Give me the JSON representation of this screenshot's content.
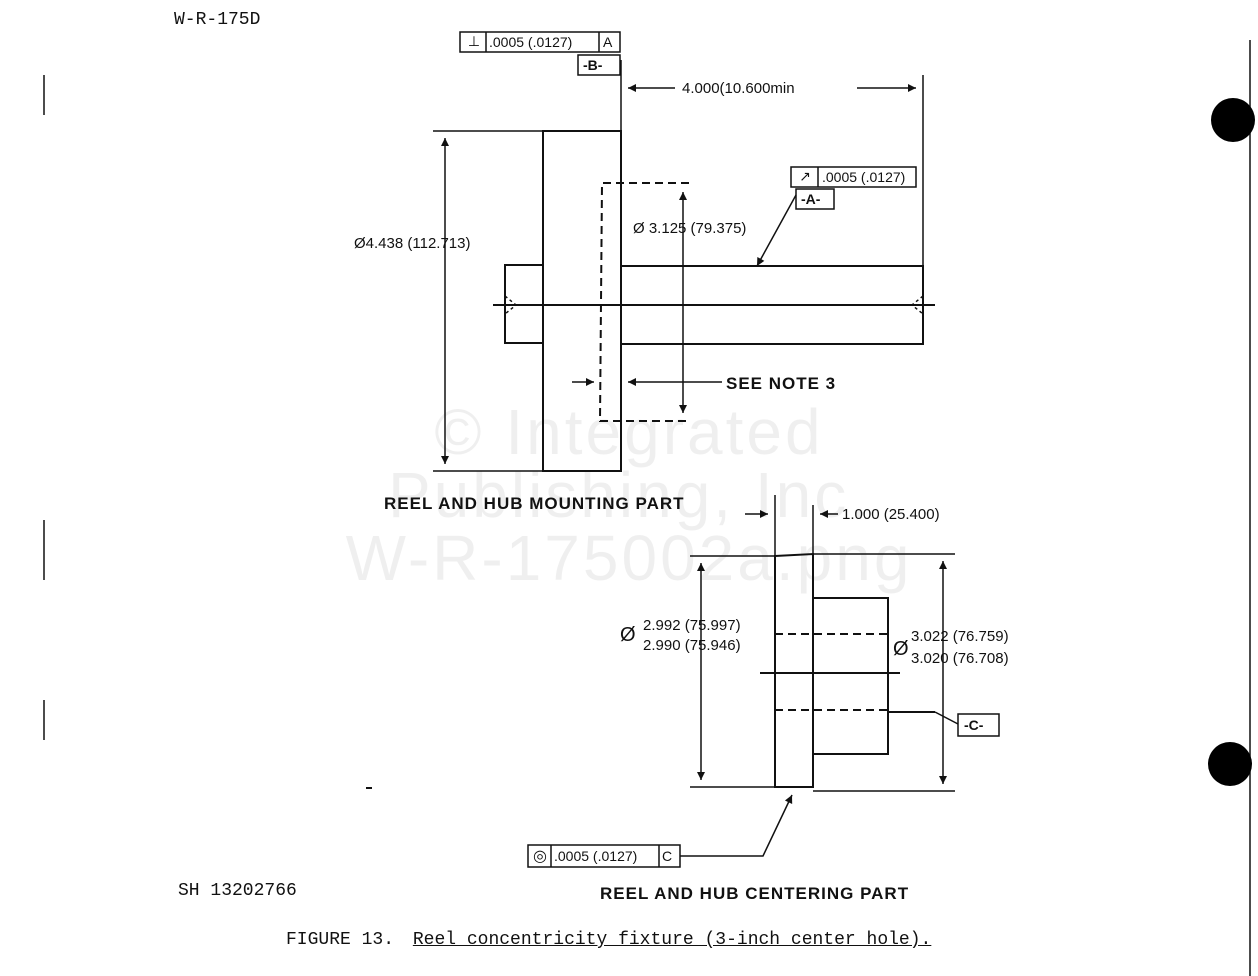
{
  "doc_id": "W-R-175D",
  "sheet_id": "SH 13202766",
  "figure": {
    "number": "FIGURE 13.",
    "caption": "Reel concentricity fixture (3-inch center hole)."
  },
  "watermark": {
    "line1": "© Integrated",
    "line2": "Publishing, Inc.",
    "line3": "W-R-175002a.png"
  },
  "mounting_part": {
    "title": "REEL AND HUB MOUNTING PART",
    "fcf_perp": {
      "symbol": "⊥",
      "tol": ".0005",
      "tol_mm": ".0127",
      "datum": "A"
    },
    "datum_b": "-B-",
    "length_dim": "4.000(10.600min",
    "fcf_runout": {
      "symbol": "↗",
      "tol": ".0005",
      "tol_mm": ".0127"
    },
    "datum_a": "-A-",
    "dia_3125": "3.125 (79.375)",
    "dia_4438": "4.438 (112.713)",
    "note": "SEE NOTE 3"
  },
  "centering_part": {
    "title": "REEL AND HUB CENTERING PART",
    "width_dim": "1.000 (25.400)",
    "dia_left_1": "2.992 (75.997)",
    "dia_left_2": "2.990 (75.946)",
    "dia_right_1": "3.022 (76.759)",
    "dia_right_2": "3.020 (76.708)",
    "datum_c": "-C-",
    "fcf_conc": {
      "symbol": "◎",
      "tol": ".0005",
      "tol_mm": ".0127",
      "datum": "C"
    }
  },
  "diameter_symbol": "Ø"
}
